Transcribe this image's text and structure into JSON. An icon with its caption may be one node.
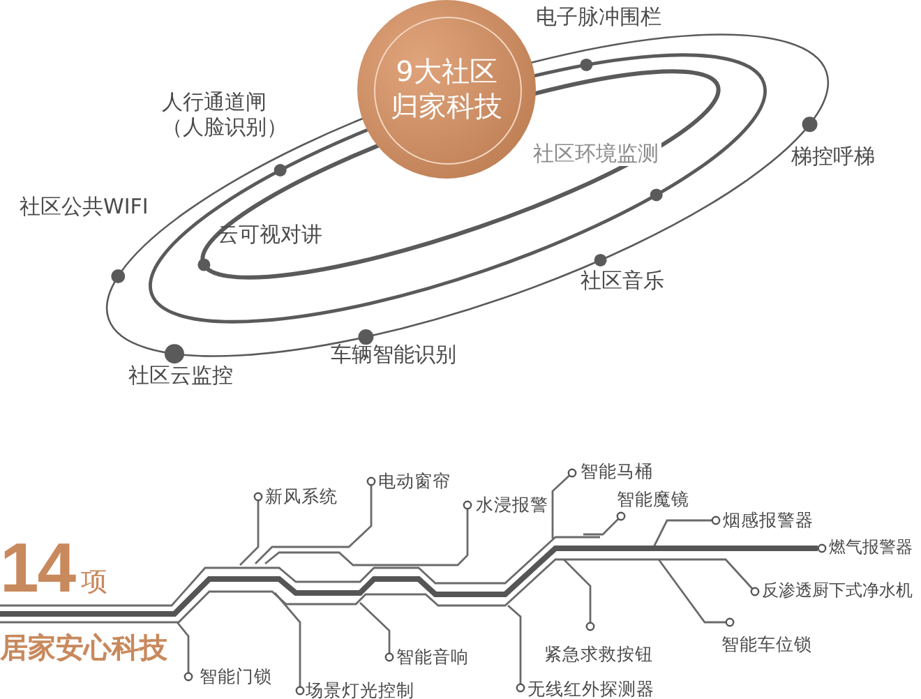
{
  "diagram": {
    "nodes": [
      {
        "text": [
          "9大社区",
          "归家科技"
        ]
      }
    ],
    "labels": [
      "电子脉冲围栏",
      "人行通道闸（人脸识别）",
      "梯控呼梯",
      "社区环境监测",
      "社区公共WIFI",
      "云可视对讲",
      "社区音乐",
      "车辆智能识别",
      "社区云监控",
      "智能马桶",
      "电动窗帘",
      "新风系统",
      "智能魔镜",
      "水浸报警",
      "烟感报警器",
      "14",
      "项",
      "燃气报警器",
      "反渗透厨下式净水机",
      "居家安心科技",
      "智能车位锁",
      "紧急求救按钮",
      "智能音响",
      "智能门锁",
      "无线红外探测器",
      "场景灯光控制"
    ]
  }
}
